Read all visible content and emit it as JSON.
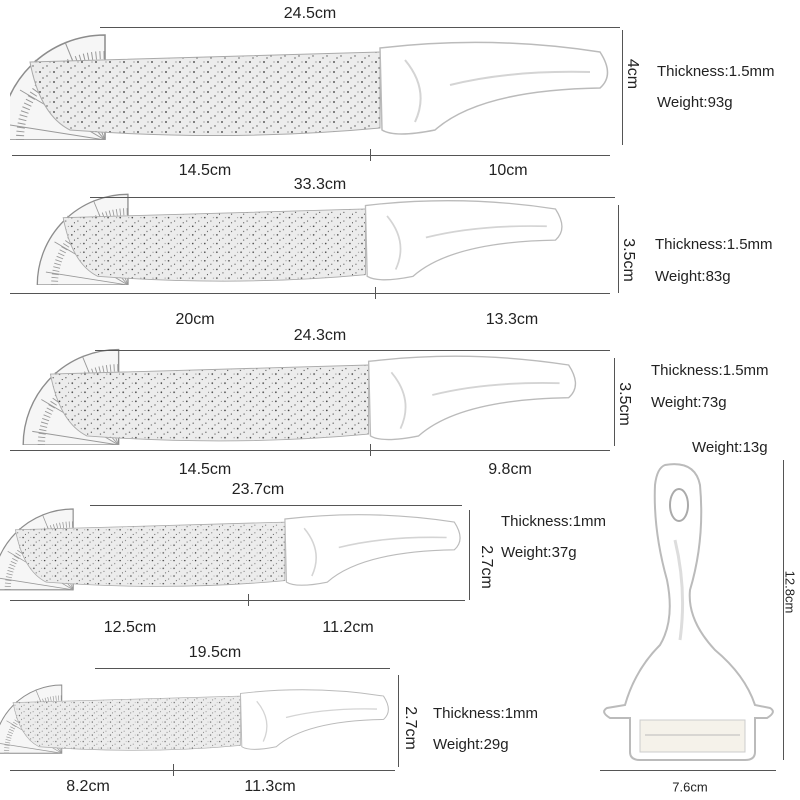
{
  "knives": [
    {
      "total_length": "24.5cm",
      "blade_length": "14.5cm",
      "handle_length": "10cm",
      "width": "4cm",
      "thickness": "Thickness:1.5mm",
      "weight": "Weight:93g"
    },
    {
      "total_length": "33.3cm",
      "blade_length": "20cm",
      "handle_length": "13.3cm",
      "width": "3.5cm",
      "thickness": "Thickness:1.5mm",
      "weight": "Weight:83g"
    },
    {
      "total_length": "24.3cm",
      "blade_length": "14.5cm",
      "handle_length": "9.8cm",
      "width": "3.5cm",
      "thickness": "Thickness:1.5mm",
      "weight": "Weight:73g"
    },
    {
      "total_length": "23.7cm",
      "blade_length": "12.5cm",
      "handle_length": "11.2cm",
      "width": "2.7cm",
      "thickness": "Thickness:1mm",
      "weight": "Weight:37g"
    },
    {
      "total_length": "19.5cm",
      "blade_length": "8.2cm",
      "handle_length": "11.3cm",
      "width": "2.7cm",
      "thickness": "Thickness:1mm",
      "weight": "Weight:29g"
    }
  ],
  "peeler": {
    "weight": "Weight:13g",
    "height": "12.8cm",
    "width": "7.6cm"
  },
  "colors": {
    "blade": "#e6e6e6",
    "handle": "#ffffff",
    "line": "#555555"
  }
}
